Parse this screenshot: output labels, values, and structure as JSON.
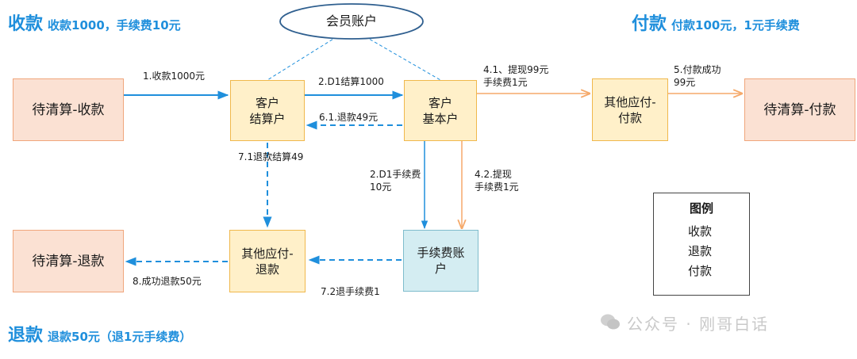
{
  "headlines": {
    "collect": {
      "big": "收款",
      "small": "收款1000，手续费10元"
    },
    "pay": {
      "big": "付款",
      "small": "付款100元，1元手续费"
    },
    "refund": {
      "big": "退款",
      "small": "退款50元（退1元手续费）"
    }
  },
  "nodes": {
    "member_account": "会员账户",
    "pending_collect": "待清算-收款",
    "customer_settlement": "客户\n结算户",
    "customer_basic": "客户\n基本户",
    "other_payable_pay": "其他应付-\n付款",
    "pending_pay": "待清算-付款",
    "pending_refund": "待清算-退款",
    "other_payable_refund": "其他应付-\n退款",
    "fee_account": "手续费账\n户"
  },
  "edges": {
    "e1": "1.收款1000元",
    "e2": "2.D1结算1000",
    "e61": "6.1.退款49元",
    "e41": "4.1、提现99元\n手续费1元",
    "e5": "5.付款成功\n99元",
    "e71": "7.1退款结算49",
    "e2d1": "2.D1手续费\n10元",
    "e42": "4.2.提现\n手续费1元",
    "e8": "8.成功退款50元",
    "e72": "7.2退手续费1"
  },
  "legend": {
    "title": "图例",
    "items": [
      "收款",
      "退款",
      "付款"
    ]
  },
  "watermark": "公众号 · 刚哥白话",
  "colors": {
    "blue": "#1f8fdc",
    "orange": "#f5a96a",
    "pink_fill": "#fbe1d3",
    "cream_fill": "#fff0c9",
    "cyan_fill": "#d4edf2"
  }
}
